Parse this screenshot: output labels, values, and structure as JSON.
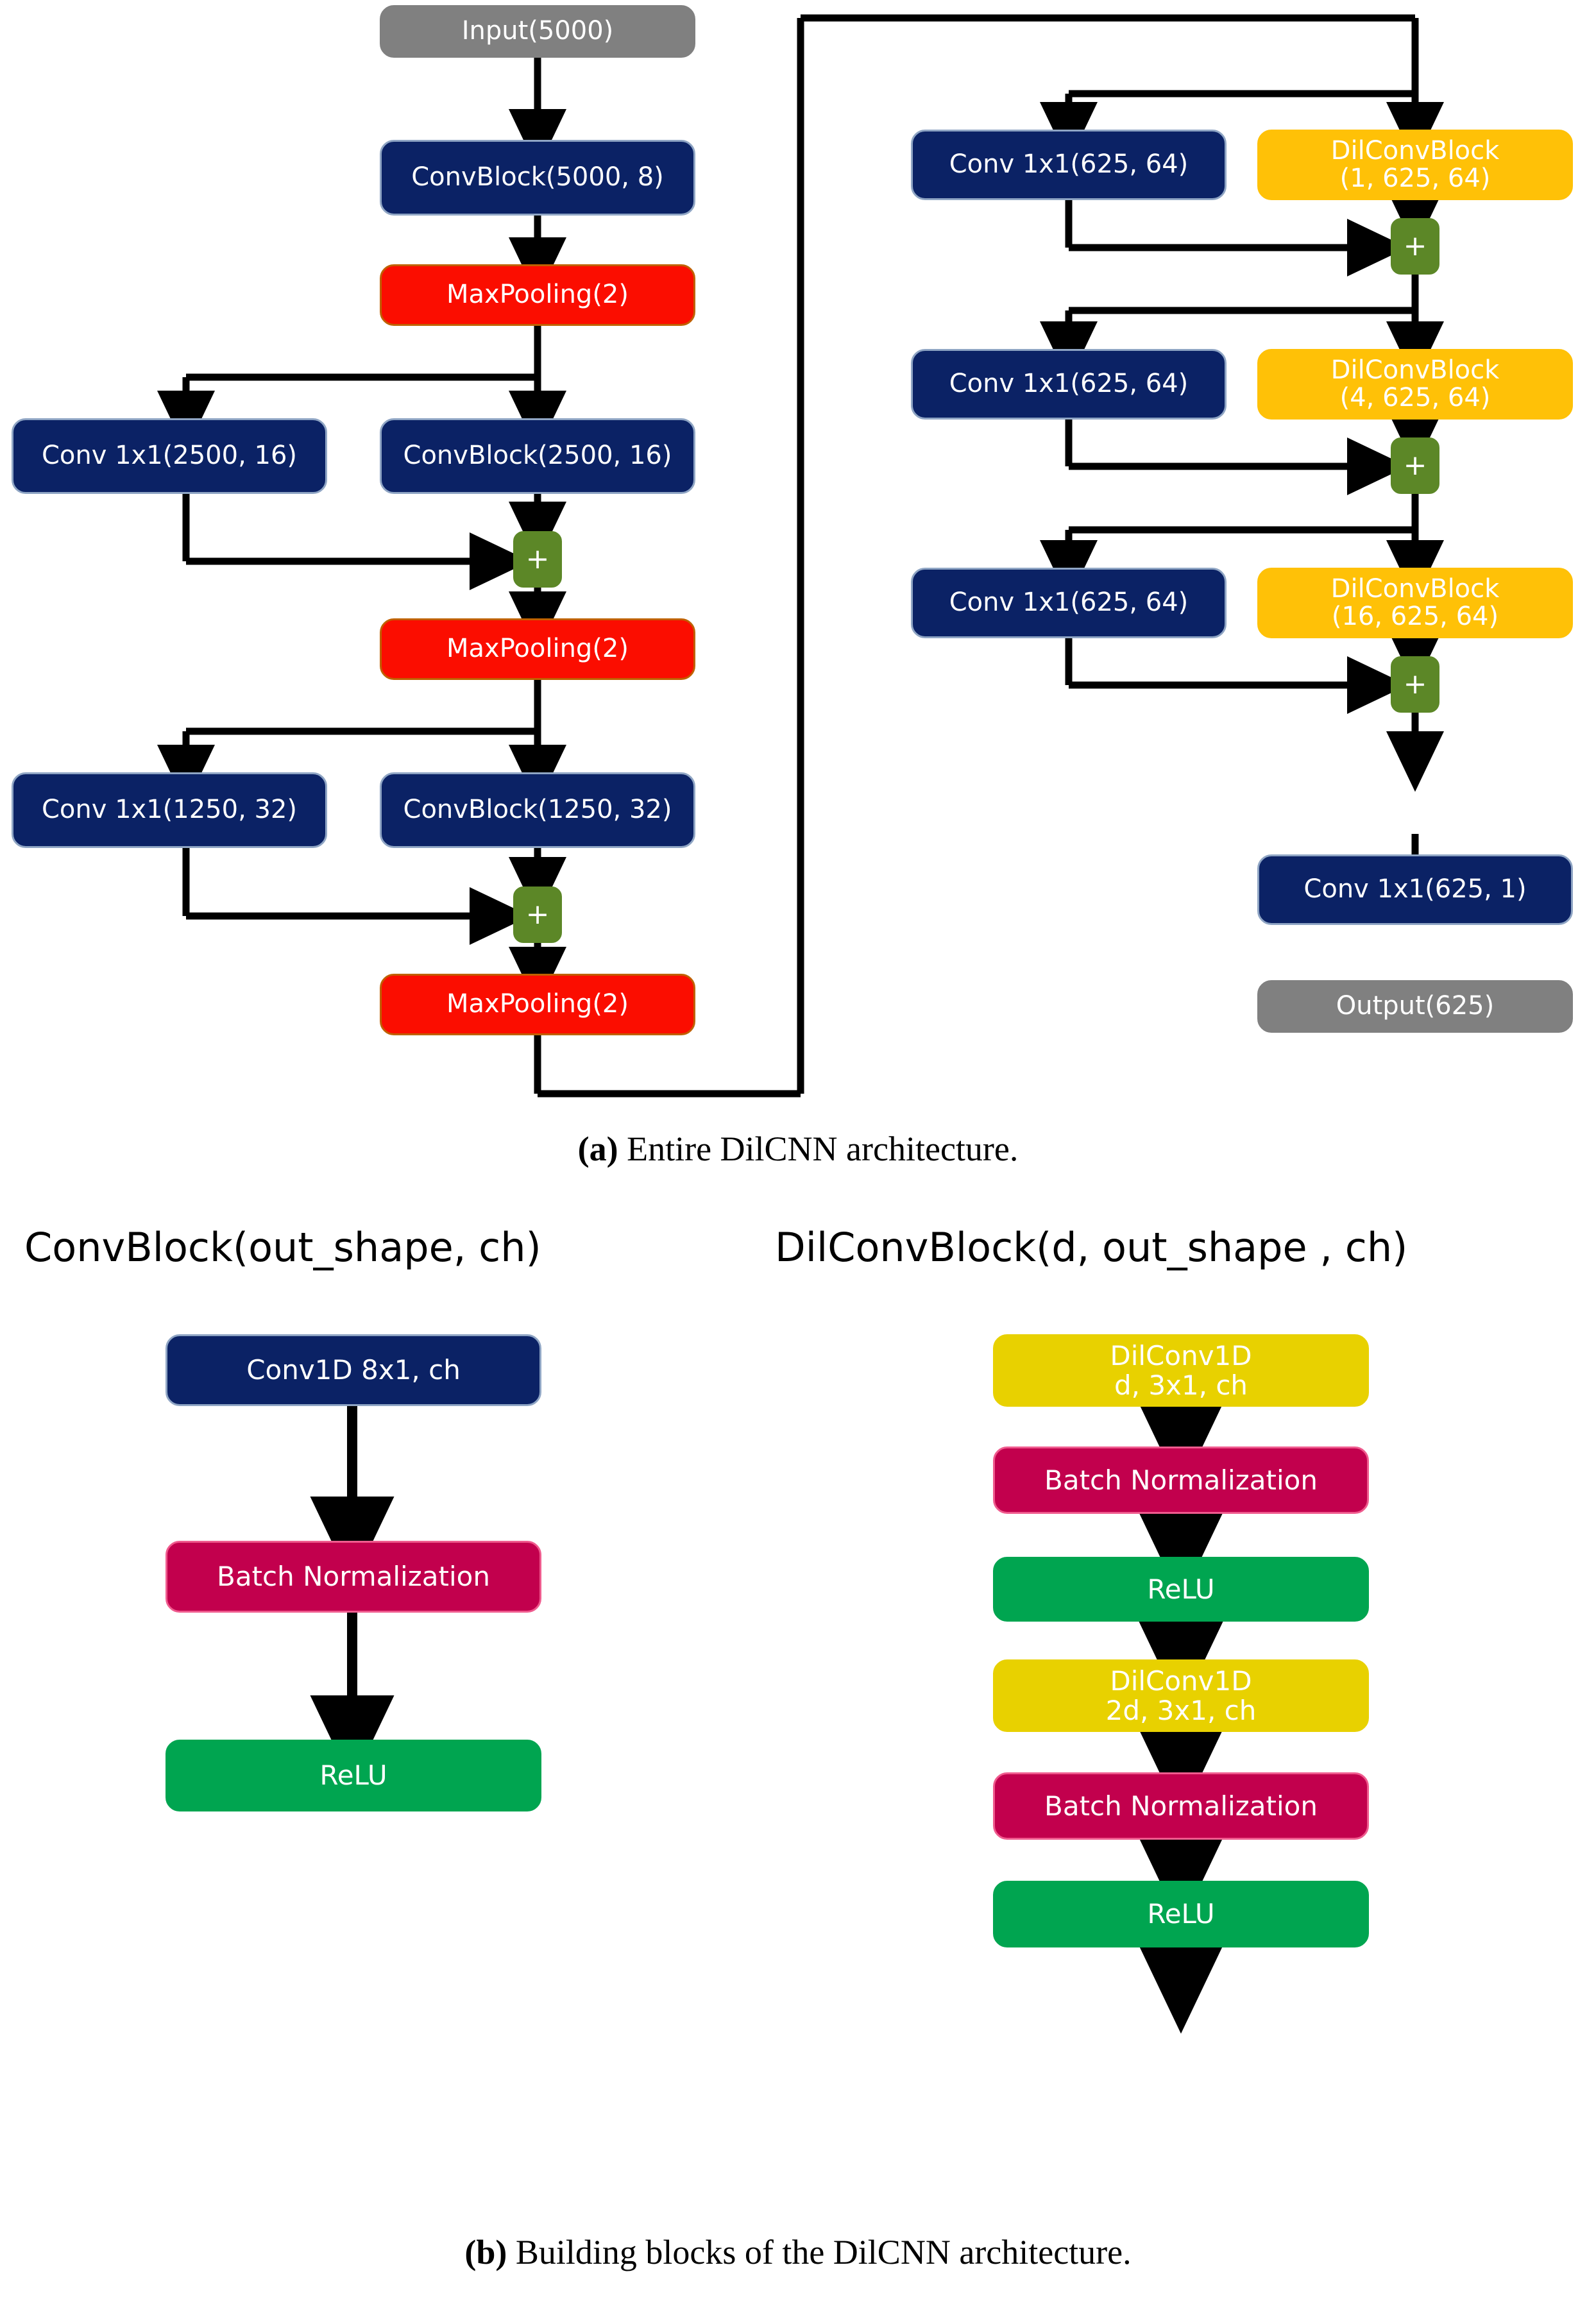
{
  "figure": {
    "caption_a_tag": "(a)",
    "caption_a_text": " Entire DilCNN architecture.",
    "caption_b_tag": "(b)",
    "caption_b_text": " Building blocks of the DilCNN architecture."
  },
  "colors": {
    "input_output": "#808080",
    "conv": "#0b2265",
    "maxpool": "#fb0d00",
    "dilconvblock": "#ffc107",
    "add": "#5c8727",
    "relu": "#00a550",
    "batchnorm": "#c2004d",
    "dilconv1d": "#e8d100",
    "wire": "#000000",
    "page_background": "#ffffff"
  },
  "architecture": {
    "left_column": {
      "input": "Input(5000)",
      "convblock_1": "ConvBlock(5000, 8)",
      "maxpool_1": "MaxPooling(2)",
      "conv1x1_1": "Conv 1x1(2500, 16)",
      "convblock_2": "ConvBlock(2500, 16)",
      "add_1": "+",
      "maxpool_2": "MaxPooling(2)",
      "conv1x1_2": "Conv 1x1(1250, 32)",
      "convblock_3": "ConvBlock(1250, 32)",
      "add_2": "+",
      "maxpool_3": "MaxPooling(2)"
    },
    "right_column": {
      "conv1x1_3": "Conv 1x1(625, 64)",
      "dilconvblock_1": "DilConvBlock\n(1, 625, 64)",
      "add_3": "+",
      "conv1x1_4": "Conv 1x1(625, 64)",
      "dilconvblock_2": "DilConvBlock\n(4, 625, 64)",
      "add_4": "+",
      "conv1x1_5": "Conv 1x1(625, 64)",
      "dilconvblock_3": "DilConvBlock\n(16, 625, 64)",
      "add_5": "+",
      "conv1x1_out": "Conv 1x1(625, 1)",
      "output": "Output(625)"
    }
  },
  "building_blocks": {
    "convblock": {
      "title": "ConvBlock(out_shape, ch)",
      "nodes": {
        "conv1d": "Conv1D 8x1, ch",
        "batchnorm": "Batch Normalization",
        "relu": "ReLU"
      }
    },
    "dilconvblock": {
      "title": "DilConvBlock(d, out_shape , ch)",
      "nodes": {
        "dilconv1d_1": "DilConv1D\nd, 3x1, ch",
        "batchnorm_1": "Batch Normalization",
        "relu_1": "ReLU",
        "dilconv1d_2": "DilConv1D\n2d, 3x1, ch",
        "batchnorm_2": "Batch Normalization",
        "relu_2": "ReLU"
      }
    }
  }
}
